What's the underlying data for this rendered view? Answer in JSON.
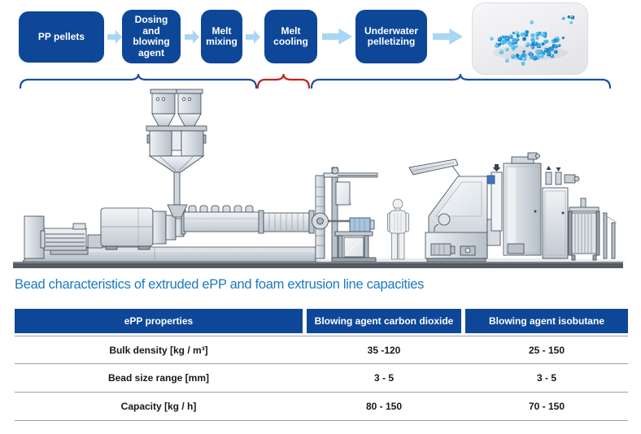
{
  "colors": {
    "box_blue": "#0e4797",
    "arrow_blue": "#a9d6f2",
    "brace_blue": "#1d4f9f",
    "brace_red": "#c2231e",
    "heading_blue": "#1b79c0",
    "cell_text": "#17181c",
    "rule_gray": "#9aa0a6",
    "pellet_palette": [
      "#2f9fdc",
      "#49b5ec",
      "#1b82c4",
      "#5ec1f2",
      "#2391d2"
    ]
  },
  "flowchart": {
    "steps": [
      {
        "label": "PP pellets"
      },
      {
        "label": "Dosing and blowing agent"
      },
      {
        "label": "Melt mixing"
      },
      {
        "label": "Melt cooling"
      },
      {
        "label": "Underwater pelletizing"
      }
    ],
    "result_image": "blue-epp-pellets-photo"
  },
  "heading": "Bead characteristics of extruded ePP and foam extrusion line capacities",
  "table": {
    "headers": [
      "ePP properties",
      "Blowing agent carbon dioxide",
      "Blowing agent isobutane"
    ],
    "rows": [
      [
        "Bulk density [kg / m³]",
        "35 -120",
        "25 - 150"
      ],
      [
        "Bead size range [mm]",
        "3 - 5",
        "3 - 5"
      ],
      [
        "Capacity [kg / h]",
        "80 - 150",
        "70 - 150"
      ]
    ]
  }
}
